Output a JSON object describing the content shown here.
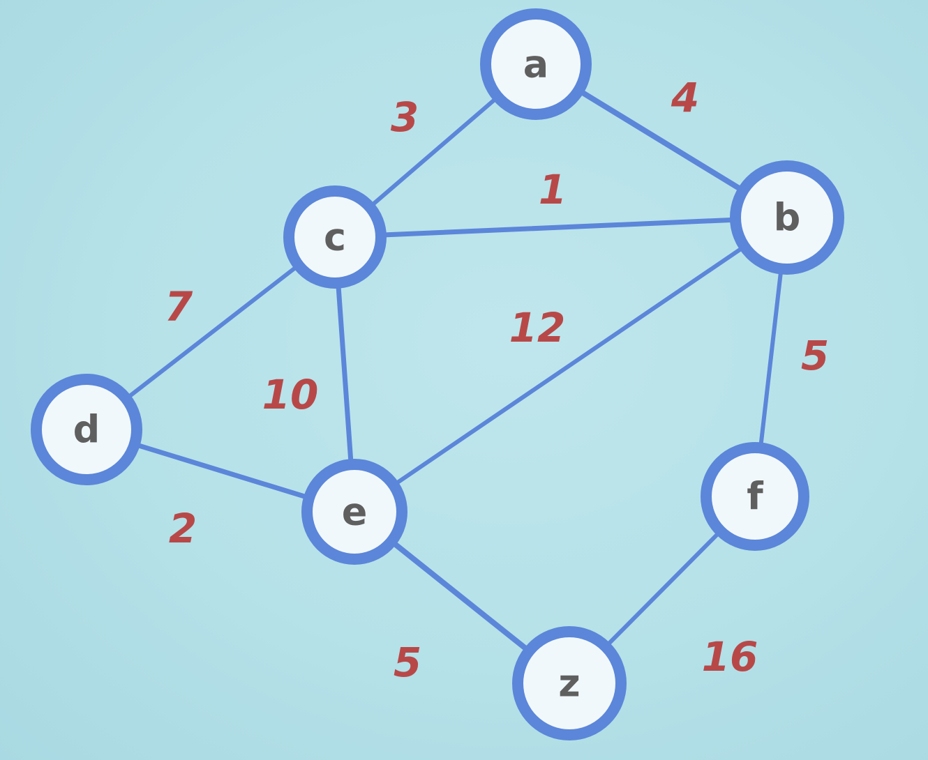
{
  "graph": {
    "nodes": [
      {
        "id": "a",
        "label": "a"
      },
      {
        "id": "b",
        "label": "b"
      },
      {
        "id": "c",
        "label": "c"
      },
      {
        "id": "d",
        "label": "d"
      },
      {
        "id": "e",
        "label": "e"
      },
      {
        "id": "f",
        "label": "f"
      },
      {
        "id": "z",
        "label": "z"
      }
    ],
    "edges": [
      {
        "from": "a",
        "to": "c",
        "weight": "3"
      },
      {
        "from": "a",
        "to": "b",
        "weight": "4"
      },
      {
        "from": "c",
        "to": "b",
        "weight": "1"
      },
      {
        "from": "c",
        "to": "d",
        "weight": "7"
      },
      {
        "from": "c",
        "to": "e",
        "weight": "10"
      },
      {
        "from": "b",
        "to": "e",
        "weight": "12"
      },
      {
        "from": "b",
        "to": "f",
        "weight": "5"
      },
      {
        "from": "d",
        "to": "e",
        "weight": "2"
      },
      {
        "from": "e",
        "to": "z",
        "weight": "5"
      },
      {
        "from": "f",
        "to": "z",
        "weight": "16"
      }
    ],
    "colors": {
      "edge": "#5b86d9",
      "node_fill": "#f1f8fb",
      "node_text": "#5f5f5f",
      "weight_text": "#b84848",
      "background": "#b5e1e8"
    }
  }
}
